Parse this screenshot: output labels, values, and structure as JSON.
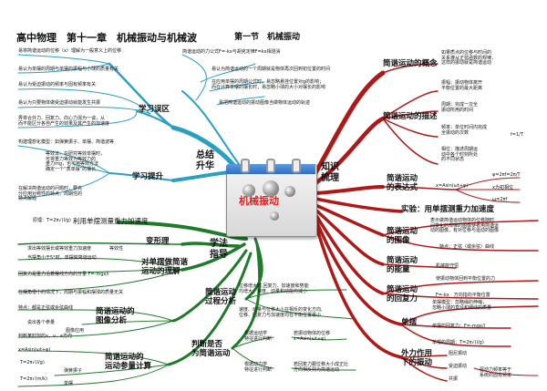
{
  "title": {
    "main": "高中物理　第十一章　机械振动与机械波",
    "section": "第一节　机械振动"
  },
  "calendar": {
    "label": "机械振动"
  },
  "hubs": {
    "summary": "总结\n升华",
    "knowledge": "知识\n梳理",
    "method": "学法\n指导"
  },
  "colors": {
    "summary": "#2a9fc0",
    "method": "#1f7a2a",
    "knowledge": "#b01818"
  },
  "summary_branch": {
    "learn_mistakes": "学习误区",
    "mistakes": [
      "易将简谐运动的位移（x）理解为一般意义上的位移",
      "易认为单摆的周期与单摆的振幅与小球的质量有关",
      "易认为受迫振动的频率与固有频率有关",
      "易认为只要物体做受迫振动就能发生共振",
      "弄将合外力、回复力、向心力混为一谈，从\n而不能区分各自产生的效果及其产生的加速度"
    ],
    "learn_improve": "学习提升",
    "improve": [
      "构建理想化模型：如弹簧振子、单摆、简谐波等",
      "等效法：在研究等效单摆时，\n可将重力等效为等效力的\n重力mg，也可用等效方法\n确定一个“质单摆”的摆长",
      "在解决简谐运动的问题时，要充\n分应用对称性的特点，周期性的\n特点解题"
    ],
    "right_notes": [
      "简谐运动的力公式F=-kx与胡克定律F=kx相混淆",
      "易认为简谐运动的一个周期就是物体再次回到初位置的时间",
      "在应用单摆的周期公式时，易忽略悬挂位置对g的影响；\n而在计算单摆的摆长时，易忽略小球的大小对摆长的影响",
      "易把简谐运动的振动图像当做物体运动的轨迹"
    ]
  },
  "method_branch": {
    "measure": "利用单摆测量重力加速度",
    "measure_formula": "原理：T=2π√(l/g)",
    "deform": "变形理",
    "deform_notes": [
      "求出等效摆长或等效重力加速度",
      "等效性"
    ],
    "understand": "对单摆做简谐\n运动的理解",
    "understand_notes": [
      "当摆角小于5°时，单摆做简谐运动",
      "回复力是重力沿着摆线方向的分量 F=-mgx/l",
      "在摆角很小的情况下，周期与振幅和摆球的质量无关"
    ],
    "image": "简谐运动的\n图像分析",
    "image_notes": [
      "特点：都是正弦或余弦曲线",
      "说出各个参量",
      "图像应用",
      "判断某时刻的x、v、a方向"
    ],
    "params": "简谐运动的\n运动参量计算",
    "params_notes": [
      "x=Asin(ωt+φ)",
      "弹簧振子",
      "单摆",
      "T=2π√(l/g)",
      "T=2π√(m/k)"
    ],
    "process": "简谐运动\n过程分析",
    "process_notes": [
      "位移增大时,回复力、加速度和势能\n均增大，速度、动量和动能均减小",
      "速度、动量与位移大小在相反的变化方向,\n位移、回复力与加速度均在平衡位置最小"
    ],
    "judge": "判断是否\n为简谐运动",
    "judge_notes": [
      "根据运动学\n特征进行判断",
      "根据动力学\n特征进行判断"
    ],
    "judge_details": [
      "若振动物体的位移\nx=Asin(ωt+φ)",
      "若回复力跟位移大小成正比\n方向相反则为简谐运动"
    ]
  },
  "knowledge_branch": {
    "concept": "简谐运动的概念",
    "concept_note": "如果质点的位移与时间的\n关系遵从正弦函数的规律，\n这样的振动就是简谐运动",
    "describe": "简谐运动的描述",
    "describe_notes": [
      "振幅：振动物体离开\n平衡位置的最大距离",
      "周期：完成一次全\n振动所用的时间",
      "频率：单位时间内完成\n全振动的次数",
      "相位：描述周期运\n动中各个时刻所处\n的不同状态"
    ],
    "freq_formula": "f=1/T",
    "expr": "简谐运动\n的表达式",
    "expr_formula": "x=Asin(ωt+φ)",
    "expr_notes": [
      "φ=2πf=2π/T",
      "x为初相位",
      "ω=2πf"
    ],
    "experiment": "实验：用单摆测重力加速度",
    "graph": "简谐运动\n的图像",
    "graph_notes": [
      "表示做简谐运动物体的位移随时\n间变化的规律的图像使者用简谐运\n动的图像，有对位移与运动的图像",
      "特点：正弦（或余弦）曲线"
    ],
    "energy": "简谐运动\n的能量",
    "energy_note": "机械能守恒",
    "restore": "简谐运动\n的回复力",
    "restore_notes": [
      "使振动物体回到平衡位置的力",
      "F=-kx　方向指向平衡位置"
    ],
    "pendulum": "单摆",
    "pendulum_notes": [
      "单摆模型：忽略绳的伸缩，\n忽略小球的直径和细线的质量",
      "单摆的回复力：F=-mgx/l",
      "单摆的周期：T=2π√(l/g)"
    ],
    "forced": "外力作用\n下的振动",
    "forced_notes": [
      "阻尼振动",
      "受迫振动",
      "共振"
    ],
    "forced_detail": "驱动力频率等于\n系统的固有频率"
  }
}
